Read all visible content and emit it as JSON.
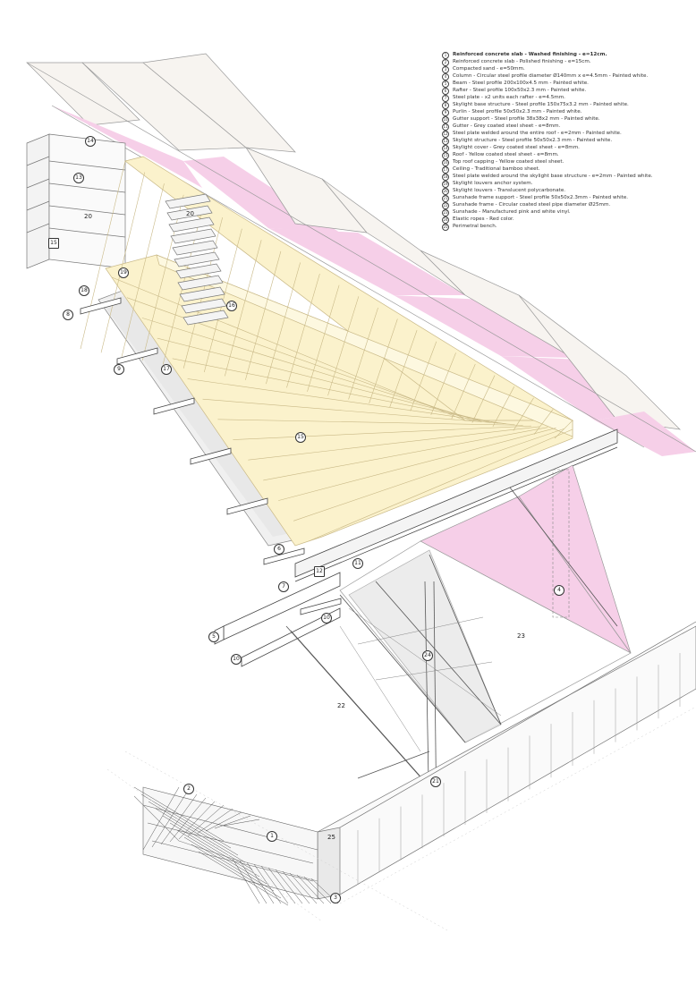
{
  "legend": [
    {
      "n": "1",
      "text": "Reinforced concrete slab - Washed finishing - e=12cm."
    },
    {
      "n": "2",
      "text": "Reinforced concrete slab - Polished finishing - e=15cm."
    },
    {
      "n": "3",
      "text": "Compacted sand - e=50mm."
    },
    {
      "n": "4",
      "text": "Column - Circular steel profile diameter Ø140mm x e=4.5mm - Painted white."
    },
    {
      "n": "5",
      "text": "Beam - Steel profile 200x100x4.5 mm - Painted white."
    },
    {
      "n": "6",
      "text": "Rafter - Steel profile 100x50x2.3 mm - Painted white."
    },
    {
      "n": "7",
      "text": "Steel plate - x2 units each rafter - e=4.5mm."
    },
    {
      "n": "8",
      "text": "Skylight base structure - Steel profile 150x75x3.2 mm - Painted white."
    },
    {
      "n": "9",
      "text": "Purlin - Steel profile 50x50x2.3 mm - Painted white."
    },
    {
      "n": "10",
      "text": "Gutter support - Steel profile 38x38x2 mm - Painted white."
    },
    {
      "n": "11",
      "text": "Gutter - Grey coated steel sheet - e=8mm."
    },
    {
      "n": "12",
      "text": "Steel plate welded around the entire roof - e=2mm - Painted white."
    },
    {
      "n": "13",
      "text": "Skylight structure - Steel profile 50x50x2.3 mm - Painted white."
    },
    {
      "n": "14",
      "text": "Skylight cover - Grey coated steel sheet - e=8mm."
    },
    {
      "n": "15",
      "text": "Roof - Yellow coated steel sheet - e=8mm."
    },
    {
      "n": "16",
      "text": "Top roof capping - Yellow coated steel sheet."
    },
    {
      "n": "17",
      "text": "Ceiling - Traditional bamboo sheet."
    },
    {
      "n": "18",
      "text": "Steel plate welded around the skylight base structure - e=2mm - Painted white."
    },
    {
      "n": "19",
      "text": "Skylight louvers anchor system."
    },
    {
      "n": "20",
      "text": "Skylight louvers - Translucent polycarbonate."
    },
    {
      "n": "21",
      "text": "Sunshade frame support - Steel profile 50x50x2.3mm - Painted white."
    },
    {
      "n": "22",
      "text": "Sunshade frame - Circular coated steel pipe diameter Ø25mm."
    },
    {
      "n": "23",
      "text": "Sunshade - Manufactured pink and white vinyl."
    },
    {
      "n": "24",
      "text": "Elastic ropes - Red color."
    },
    {
      "n": "25",
      "text": "Perimetral bench."
    }
  ],
  "callouts": {
    "c14": "14",
    "c13": "13",
    "c20a": "20",
    "c15": "15",
    "c20b": "20",
    "c19": "19",
    "c18": "18",
    "c8": "8",
    "c16": "16",
    "c9": "9",
    "c17": "17",
    "c15b": "15",
    "c6": "6",
    "c12": "12",
    "c11": "11",
    "c7": "7",
    "c10": "10",
    "c5": "5",
    "c10b": "10",
    "c4": "4",
    "c23": "23",
    "c24": "24",
    "c22": "22",
    "c21": "21",
    "c2": "2",
    "c1": "1",
    "c25": "25",
    "c3": "3"
  },
  "colors": {
    "pink": "#f6cfe8",
    "yellow": "#fbf2cc",
    "yellow_line": "#c9b987",
    "line": "#555555",
    "light_line": "#9a9a9a"
  }
}
